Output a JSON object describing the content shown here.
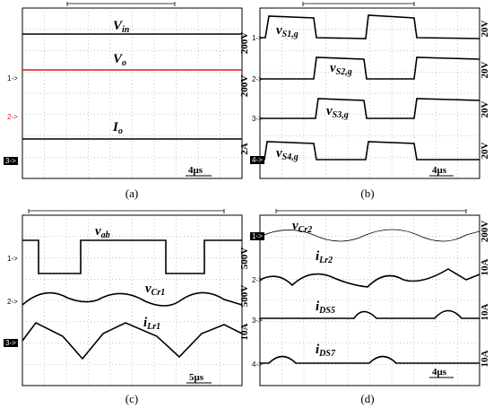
{
  "panels": [
    {
      "caption": "(a)",
      "labels": {
        "vin": "V",
        "vin_sub": "in",
        "vo": "V",
        "vo_sub": "o",
        "io": "I",
        "io_sub": "o"
      },
      "scales": [
        "200V",
        "200V",
        "2A"
      ],
      "time_div": "4μs",
      "channels": [
        "1",
        "2",
        "3"
      ]
    },
    {
      "caption": "(b)",
      "labels": [
        {
          "main": "v",
          "sub": "S1,g"
        },
        {
          "main": "v",
          "sub": "S2,g"
        },
        {
          "main": "v",
          "sub": "S3,g"
        },
        {
          "main": "v",
          "sub": "S4,g"
        }
      ],
      "scales": [
        "20V",
        "20V",
        "20V",
        "20V"
      ],
      "time_div": "4μs",
      "channels": [
        "1",
        "2",
        "3",
        "4"
      ]
    },
    {
      "caption": "(c)",
      "labels": [
        {
          "main": "v",
          "sub": "ab"
        },
        {
          "main": "v",
          "sub": "Cr1"
        },
        {
          "main": "i",
          "sub": "Lr1"
        }
      ],
      "scales": [
        "500V",
        "500V",
        "10A"
      ],
      "time_div": "5μs",
      "channels": [
        "1",
        "2",
        "3"
      ]
    },
    {
      "caption": "(d)",
      "labels": [
        {
          "main": "v",
          "sub": "Cr2"
        },
        {
          "main": "i",
          "sub": "Lr2"
        },
        {
          "main": "i",
          "sub": "DS5"
        },
        {
          "main": "i",
          "sub": "DS7"
        }
      ],
      "scales": [
        "200V",
        "10A",
        "10A",
        "10A"
      ],
      "time_div": "4μs",
      "channels": [
        "1",
        "2",
        "3",
        "4"
      ]
    }
  ],
  "colors": {
    "vo_trace": "#e0191b",
    "trace": "#000000"
  }
}
